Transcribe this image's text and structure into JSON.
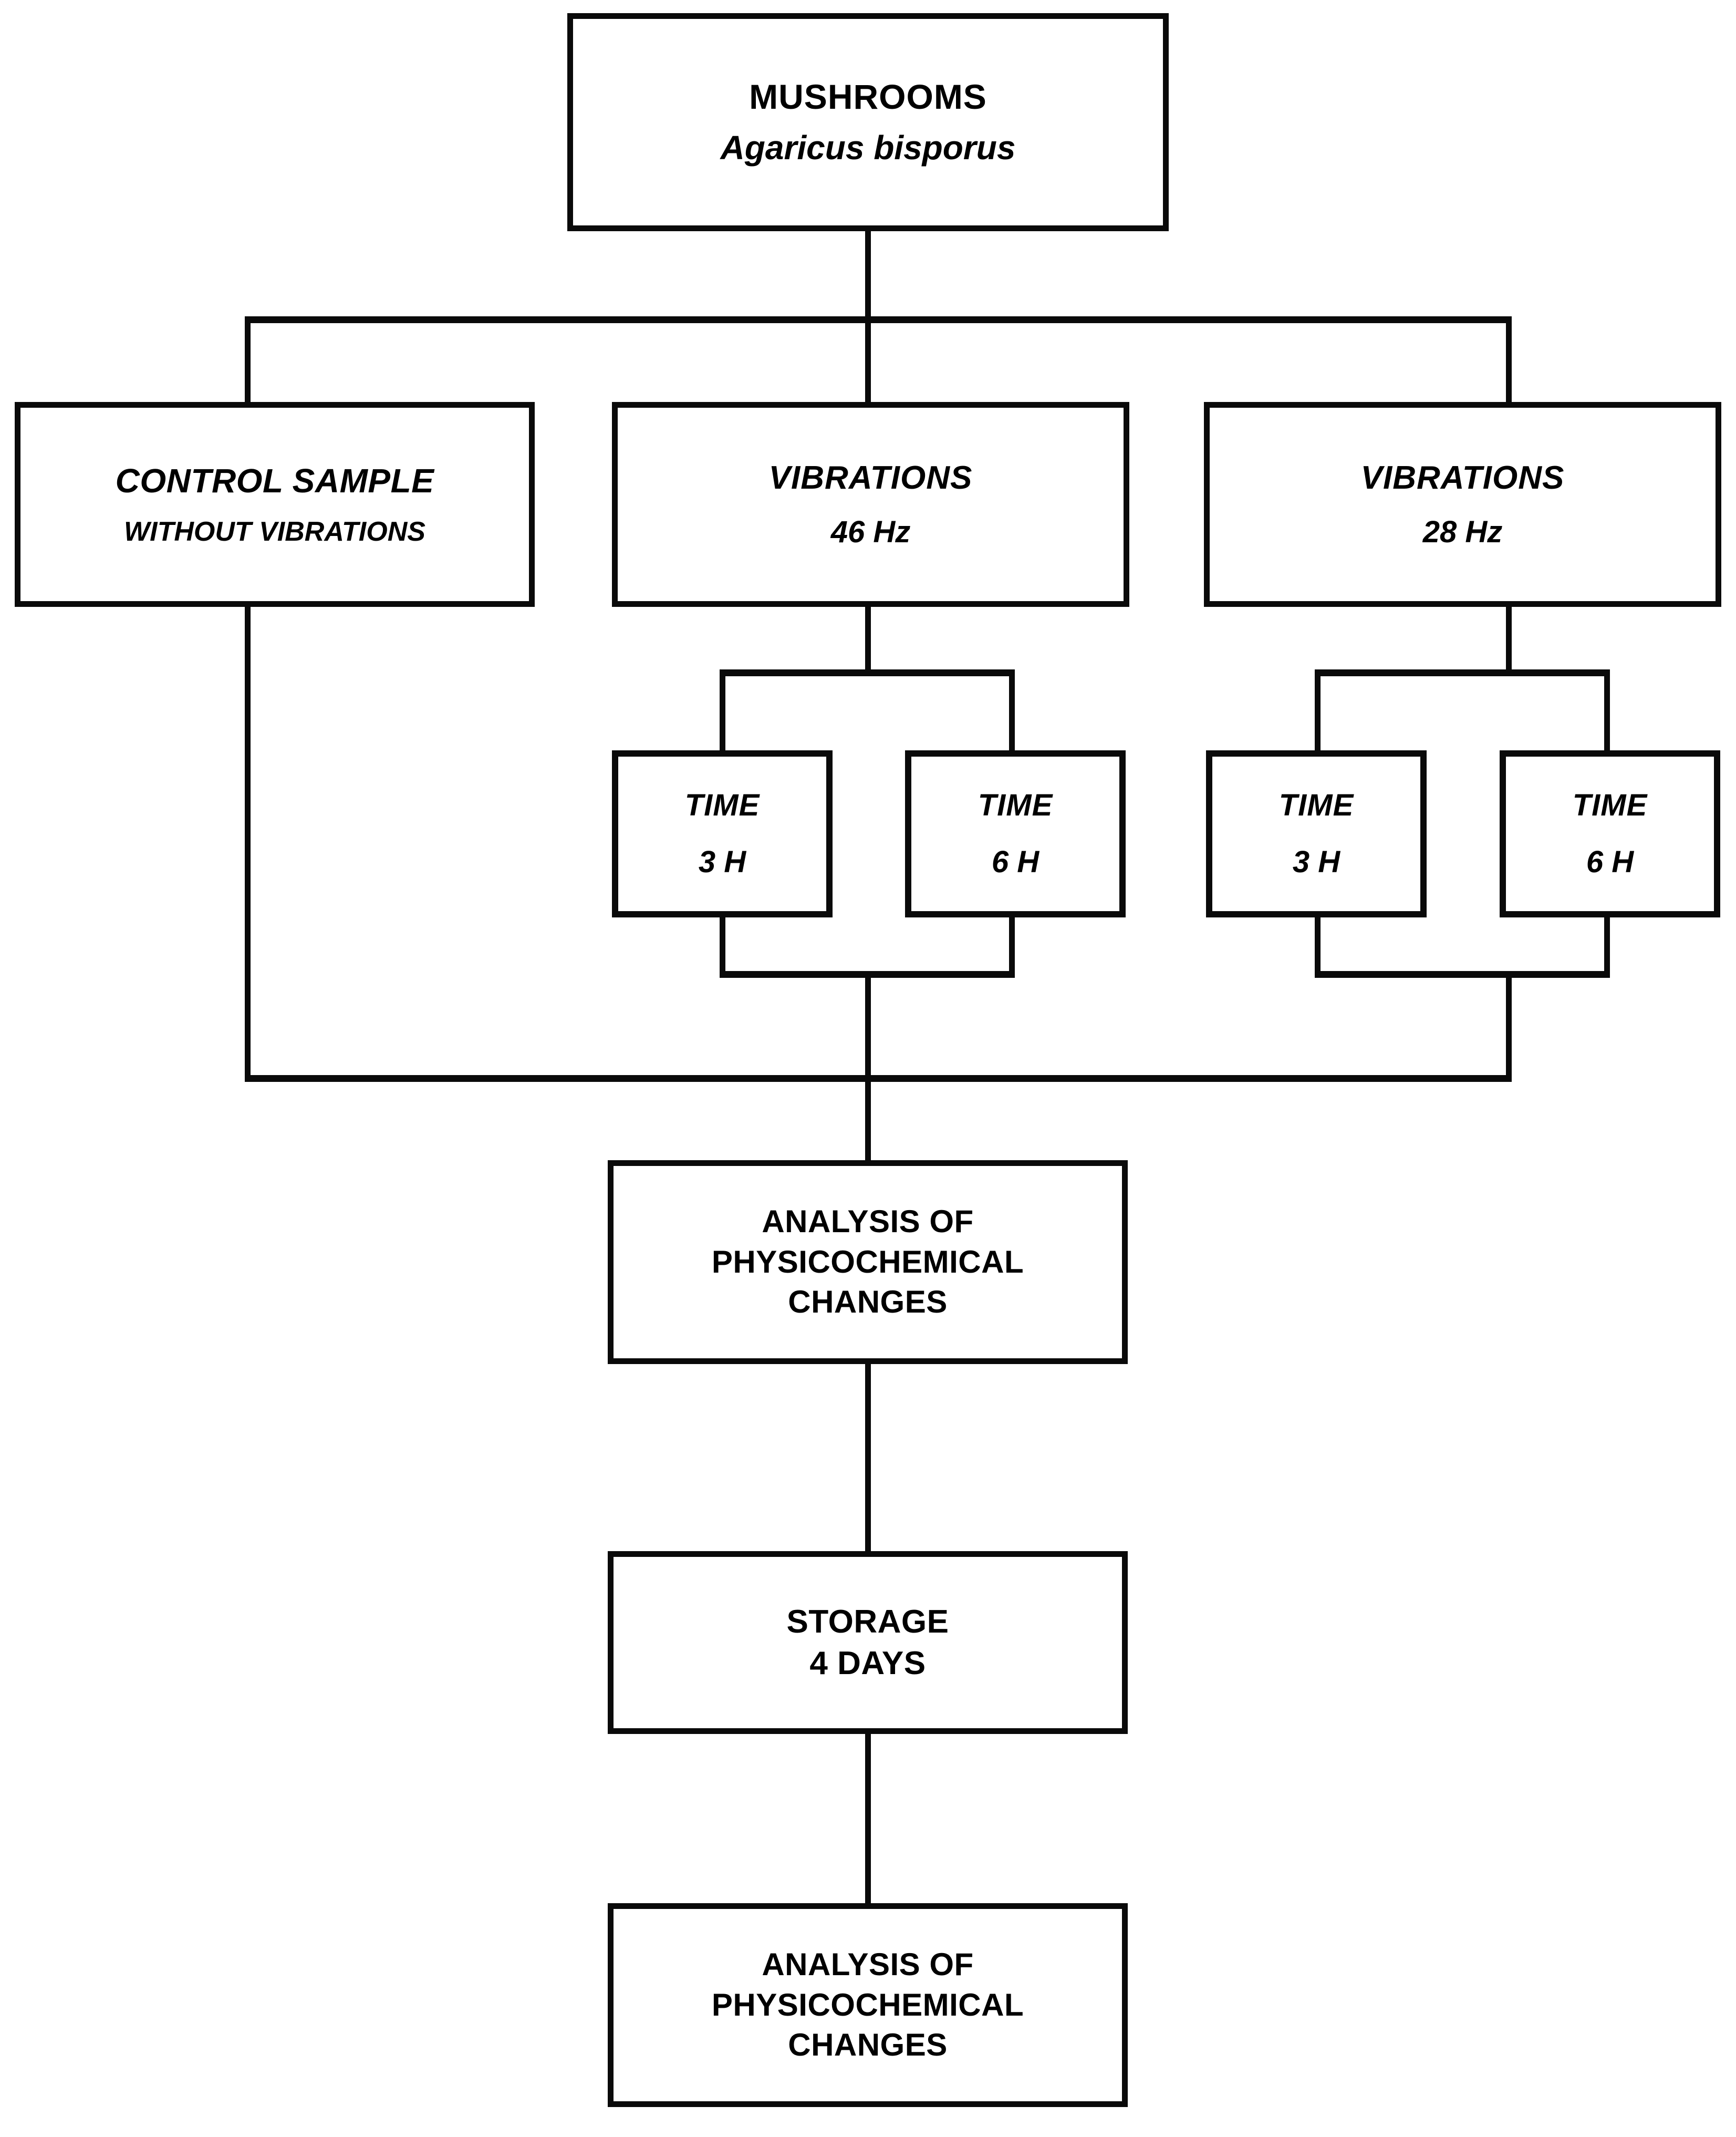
{
  "diagram": {
    "title": "Experimental workflow flowchart for mushroom vibration treatment",
    "type": "flowchart",
    "orientation": "top-to-bottom",
    "stroke_color": "#0a0a0a",
    "background_color": "#ffffff",
    "text_color": "#000000",
    "nodes": {
      "mushrooms": {
        "line1": "MUSHROOMS",
        "line2": "Agaricus bisporus"
      },
      "control": {
        "line1": "CONTROL SAMPLE",
        "line2": "WITHOUT VIBRATIONS"
      },
      "vibrations_46": {
        "line1": "VIBRATIONS",
        "line2": "46 Hz"
      },
      "vibrations_28": {
        "line1": "VIBRATIONS",
        "line2": "28 Hz"
      },
      "time_46_3h": {
        "line1": "TIME",
        "line2": "3 H"
      },
      "time_46_6h": {
        "line1": "TIME",
        "line2": "6 H"
      },
      "time_28_3h": {
        "line1": "TIME",
        "line2": "3 H"
      },
      "time_28_6h": {
        "line1": "TIME",
        "line2": "6 H"
      },
      "analysis_1": {
        "line1": "ANALYSIS OF",
        "line2": "PHYSICOCHEMICAL",
        "line3": "CHANGES"
      },
      "storage": {
        "line1": "STORAGE",
        "line2": "4 DAYS"
      },
      "analysis_2": {
        "line1": "ANALYSIS OF",
        "line2": "PHYSICOCHEMICAL",
        "line3": "CHANGES"
      }
    },
    "edges": [
      {
        "from": "mushrooms",
        "to": "control"
      },
      {
        "from": "mushrooms",
        "to": "vibrations_46"
      },
      {
        "from": "mushrooms",
        "to": "vibrations_28"
      },
      {
        "from": "vibrations_46",
        "to": "time_46_3h"
      },
      {
        "from": "vibrations_46",
        "to": "time_46_6h"
      },
      {
        "from": "vibrations_28",
        "to": "time_28_3h"
      },
      {
        "from": "vibrations_28",
        "to": "time_28_6h"
      },
      {
        "from": "control",
        "to": "analysis_1"
      },
      {
        "from": "time_46_3h",
        "to": "analysis_1"
      },
      {
        "from": "time_46_6h",
        "to": "analysis_1"
      },
      {
        "from": "time_28_3h",
        "to": "analysis_1"
      },
      {
        "from": "time_28_6h",
        "to": "analysis_1"
      },
      {
        "from": "analysis_1",
        "to": "storage"
      },
      {
        "from": "storage",
        "to": "analysis_2"
      }
    ]
  }
}
